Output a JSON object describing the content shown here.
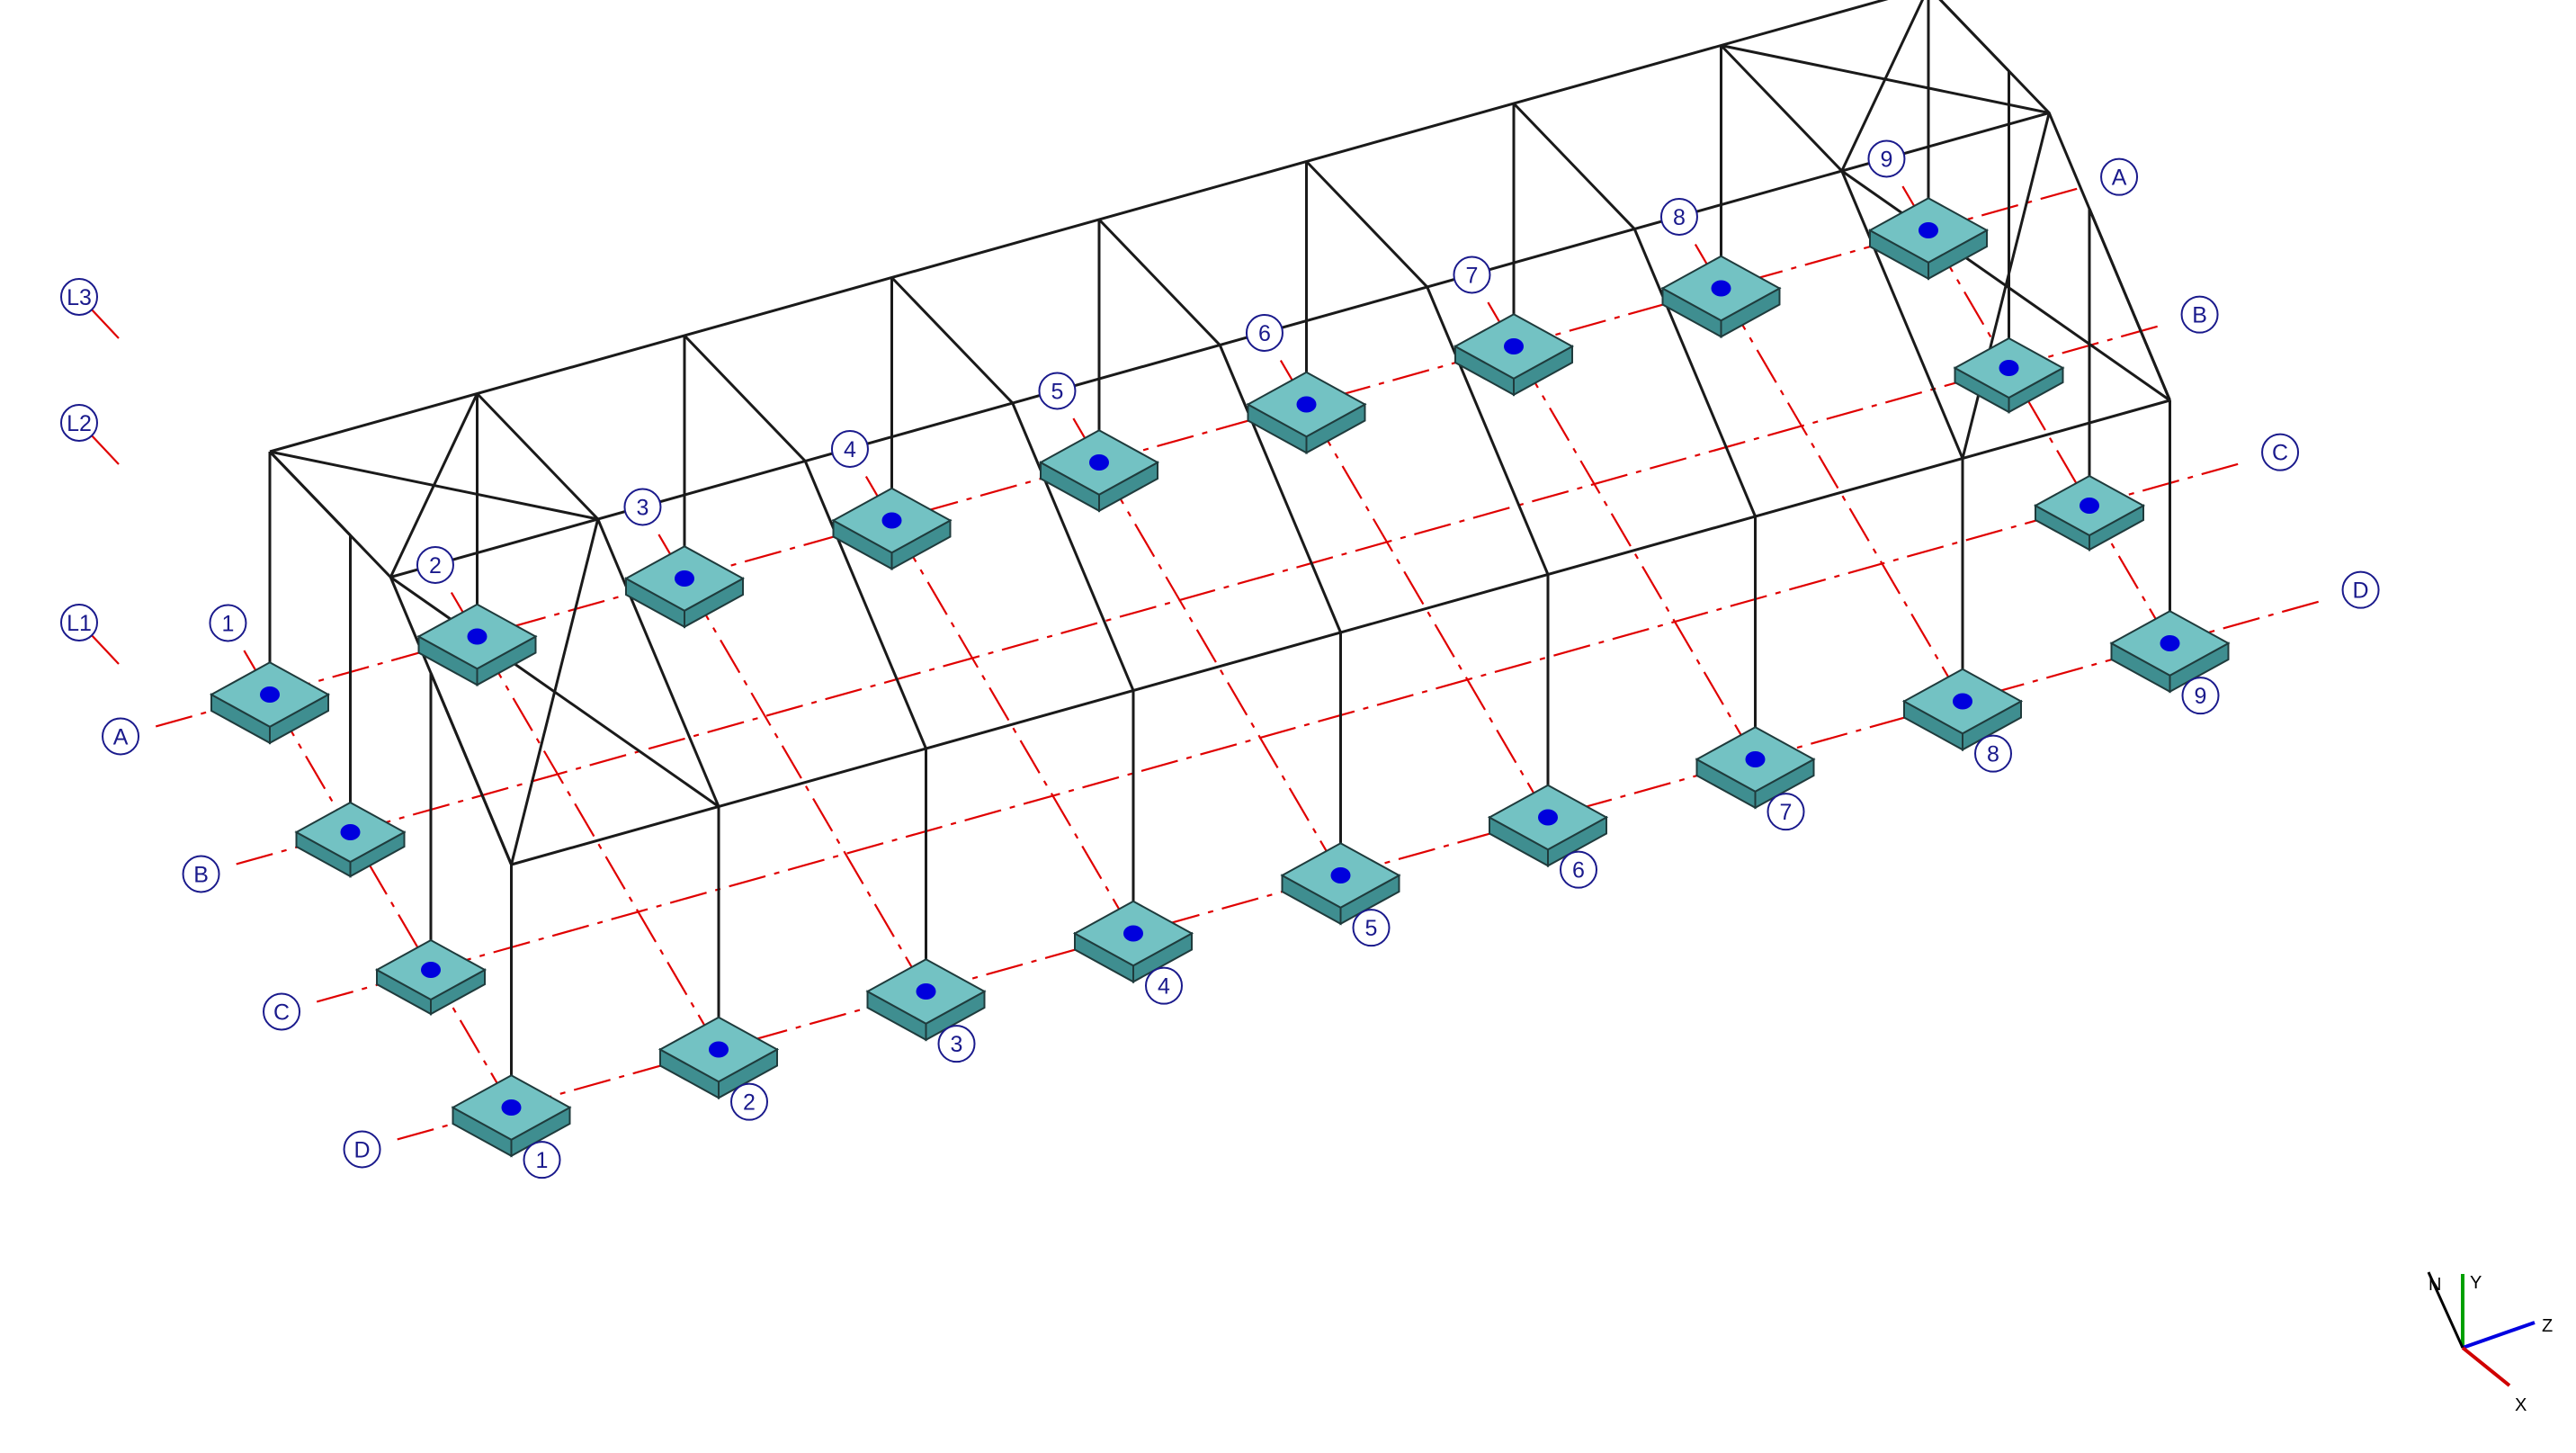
{
  "colors": {
    "background": "#ffffff",
    "frame": "#1a1a1a",
    "grid": "#e00000",
    "footing_top": "#73c2c3",
    "footing_side": "#3f8e90",
    "footing_edge": "#1f3b3c",
    "support": "#0000dd",
    "label": "#1a1a8c",
    "axis_x": "#d00000",
    "axis_y": "#00a000",
    "axis_z": "#0000e0",
    "axis_n": "#000000"
  },
  "levels": [
    "L3",
    "L2",
    "L1"
  ],
  "grid_letters": [
    "A",
    "B",
    "C",
    "D"
  ],
  "grid_numbers": [
    "1",
    "2",
    "3",
    "4",
    "5",
    "6",
    "7",
    "8",
    "9"
  ],
  "axis_triad": {
    "y": "Y",
    "z": "Z",
    "x": "X",
    "n": "N"
  }
}
